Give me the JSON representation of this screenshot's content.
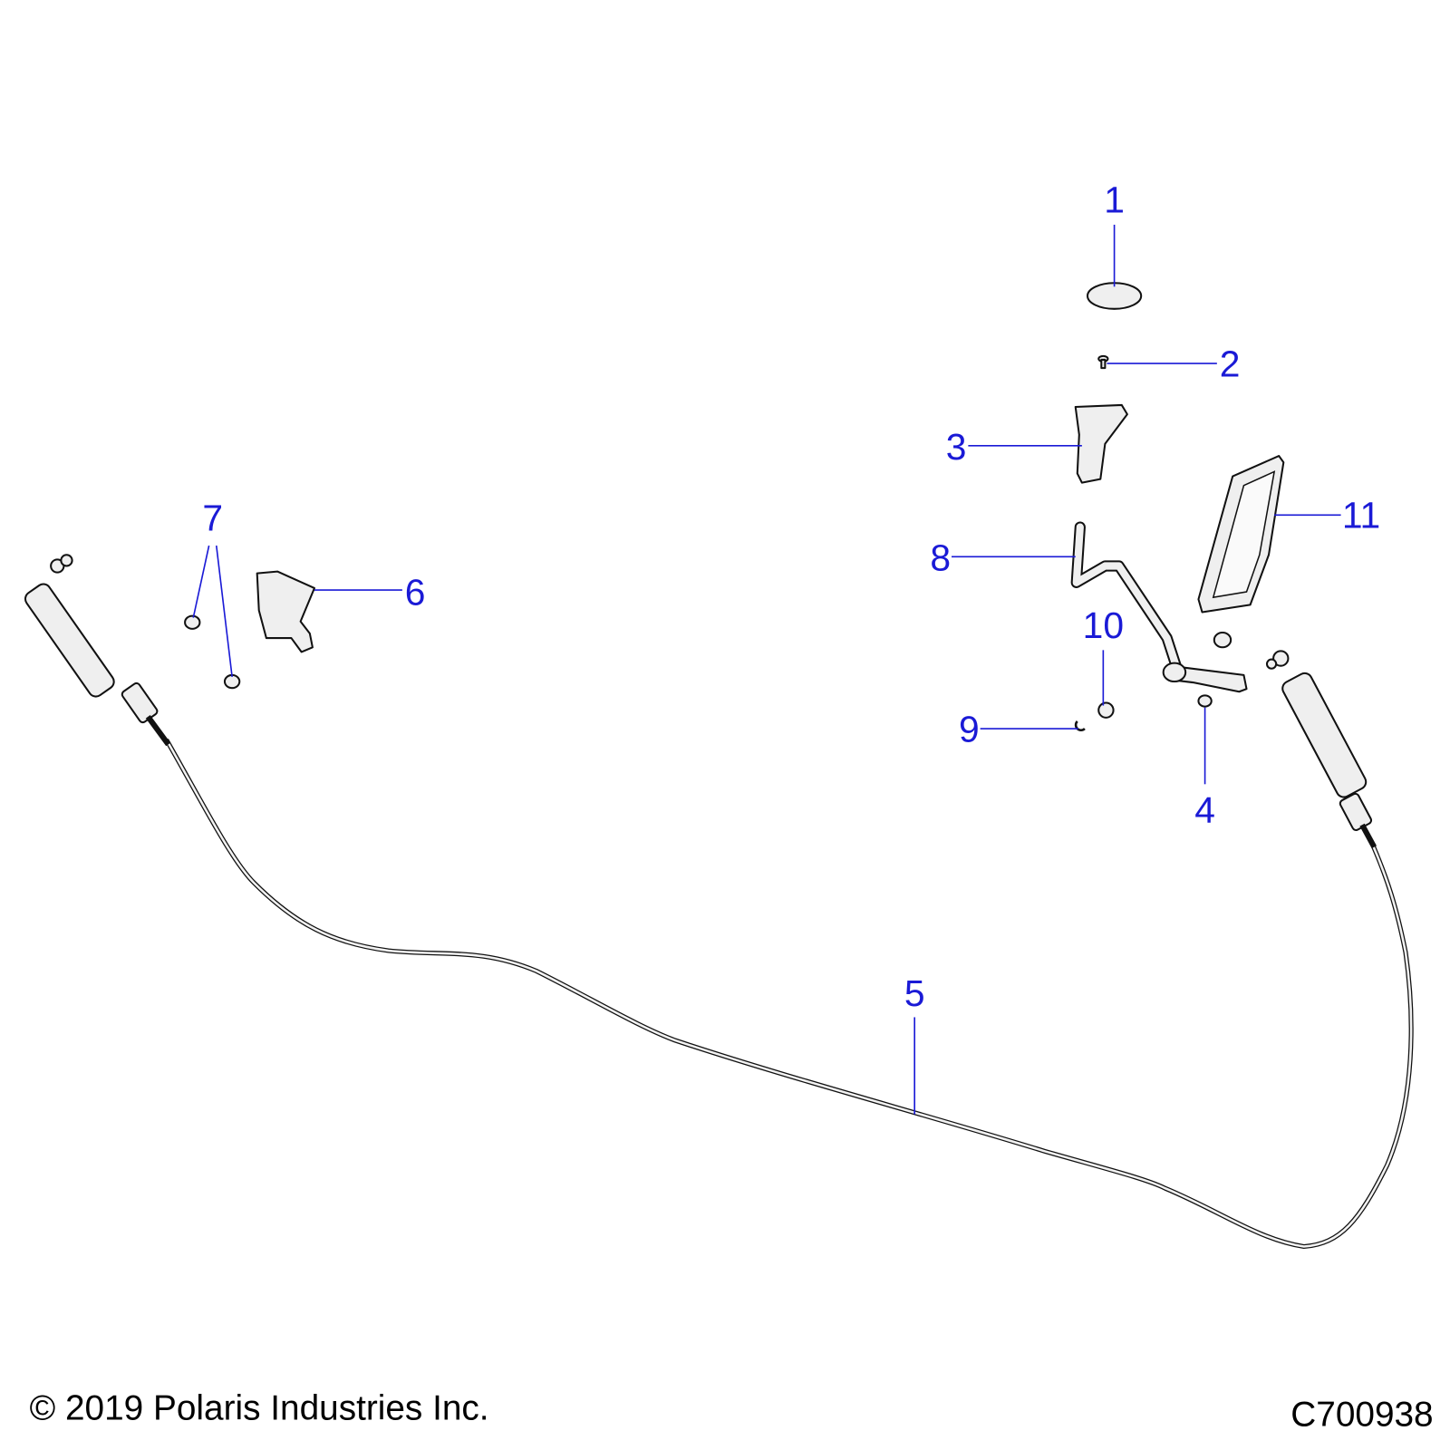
{
  "diagram": {
    "callouts": [
      {
        "id": "1",
        "label": "1"
      },
      {
        "id": "2",
        "label": "2"
      },
      {
        "id": "3",
        "label": "3"
      },
      {
        "id": "4",
        "label": "4"
      },
      {
        "id": "5",
        "label": "5"
      },
      {
        "id": "6",
        "label": "6"
      },
      {
        "id": "7",
        "label": "7"
      },
      {
        "id": "8",
        "label": "8"
      },
      {
        "id": "9",
        "label": "9"
      },
      {
        "id": "10",
        "label": "10"
      },
      {
        "id": "11",
        "label": "11"
      }
    ],
    "callout_color": "#1a1ad6"
  },
  "footer": {
    "copyright": "© 2019 Polaris Industries Inc.",
    "figure_id": "C700938"
  }
}
